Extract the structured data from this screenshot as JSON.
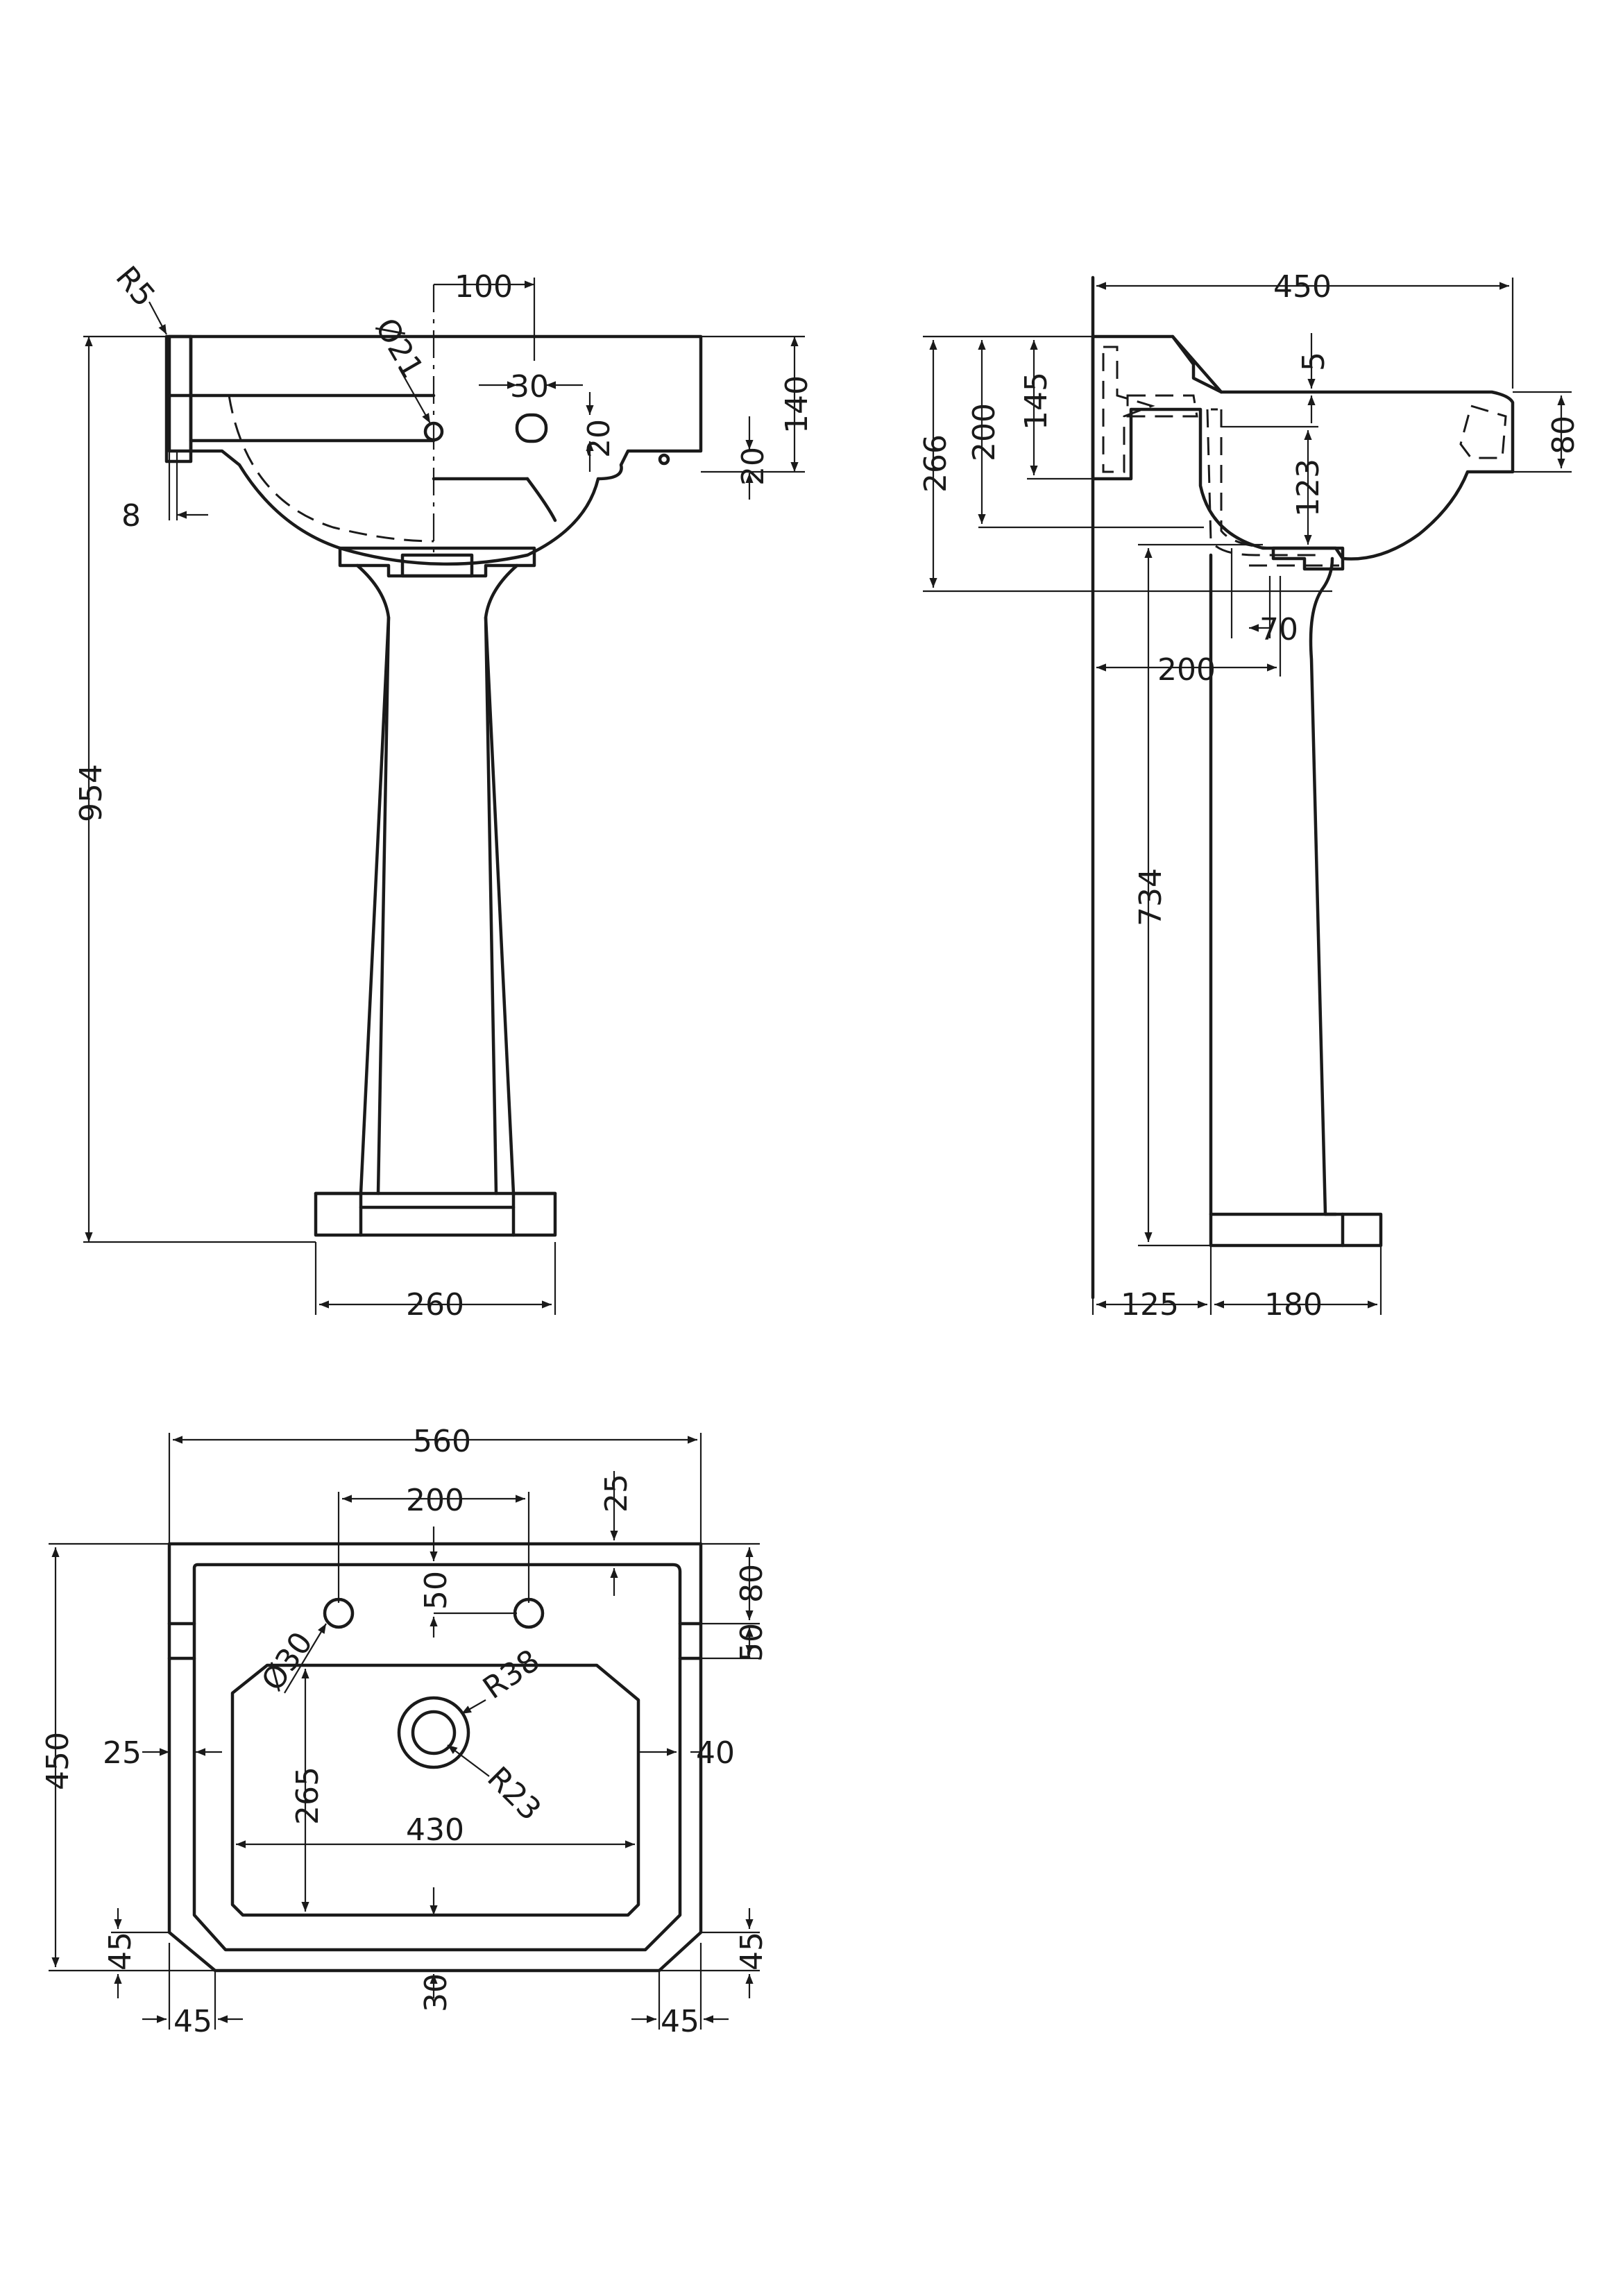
{
  "front_view": {
    "dims": {
      "radius_top": "R5",
      "tap_hole_offset": "100",
      "hole_dia": "Ø21",
      "overflow_width": "30",
      "overflow_height": "20",
      "basin_depth": "140",
      "lip_20": "20",
      "rim_8": "8",
      "total_height": "954",
      "foot_width": "260"
    }
  },
  "side_view": {
    "dims": {
      "depth": "450",
      "lip_5": "5",
      "height_266": "266",
      "height_200": "200",
      "height_145": "145",
      "rim_80": "80",
      "bowl_123": "123",
      "waste_70": "70",
      "waste_200": "200",
      "ped_height": "734",
      "wall_125": "125",
      "ped_180": "180"
    }
  },
  "plan_view": {
    "dims": {
      "width": "560",
      "tap_centres": "200",
      "top_25": "25",
      "tap_50": "50",
      "right_80": "80",
      "right_50": "50",
      "tap_dia": "Ø30",
      "waste_outer": "R38",
      "waste_inner": "R23",
      "left_25": "25",
      "right_40": "40",
      "depth": "450",
      "bowl_265": "265",
      "bowl_430": "430",
      "chamfer_left_v": "45",
      "chamfer_right_v": "45",
      "front_30": "30",
      "chamfer_left_h": "45",
      "chamfer_right_h": "45"
    }
  }
}
